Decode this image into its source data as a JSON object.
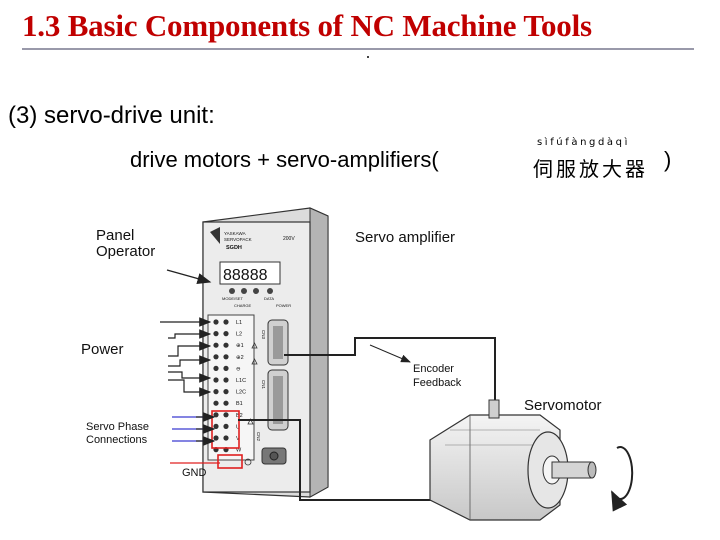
{
  "slide": {
    "title": "1.3 Basic Components of NC Machine Tools",
    "heading": "(3) servo-drive unit:",
    "line2": "drive motors + servo-amplifiers(",
    "hanzi": "伺服放大器",
    "pinyin": "sìfúfàngdàqì",
    "close_paren": ")"
  },
  "diagram": {
    "labels": {
      "panel": "Panel",
      "operator": "Operator",
      "servo_amplifier": "Servo amplifier",
      "power": "Power",
      "encoder": "Encoder",
      "feedback": "Feedback",
      "servomotor": "Servomotor",
      "servo_phase": "Servo Phase",
      "connections": "Connections",
      "gnd": "GND"
    },
    "device": {
      "brand_1": "YASKAWA",
      "brand_2": "SERVOPACK",
      "model": "SGDH",
      "voltage": "200V",
      "display": "88888",
      "btn_mode": "MODE/SET",
      "btn_data": "DATA",
      "btn_charge": "CHARGE",
      "btn_power": "POWER",
      "terminals": [
        "L1",
        "L2",
        "⊕1",
        "⊕2",
        "⊖",
        "L1C",
        "L2C",
        "B1",
        "B2",
        "U",
        "V",
        "W"
      ],
      "ports": [
        "CN3",
        "CN1",
        "CN2"
      ]
    }
  }
}
